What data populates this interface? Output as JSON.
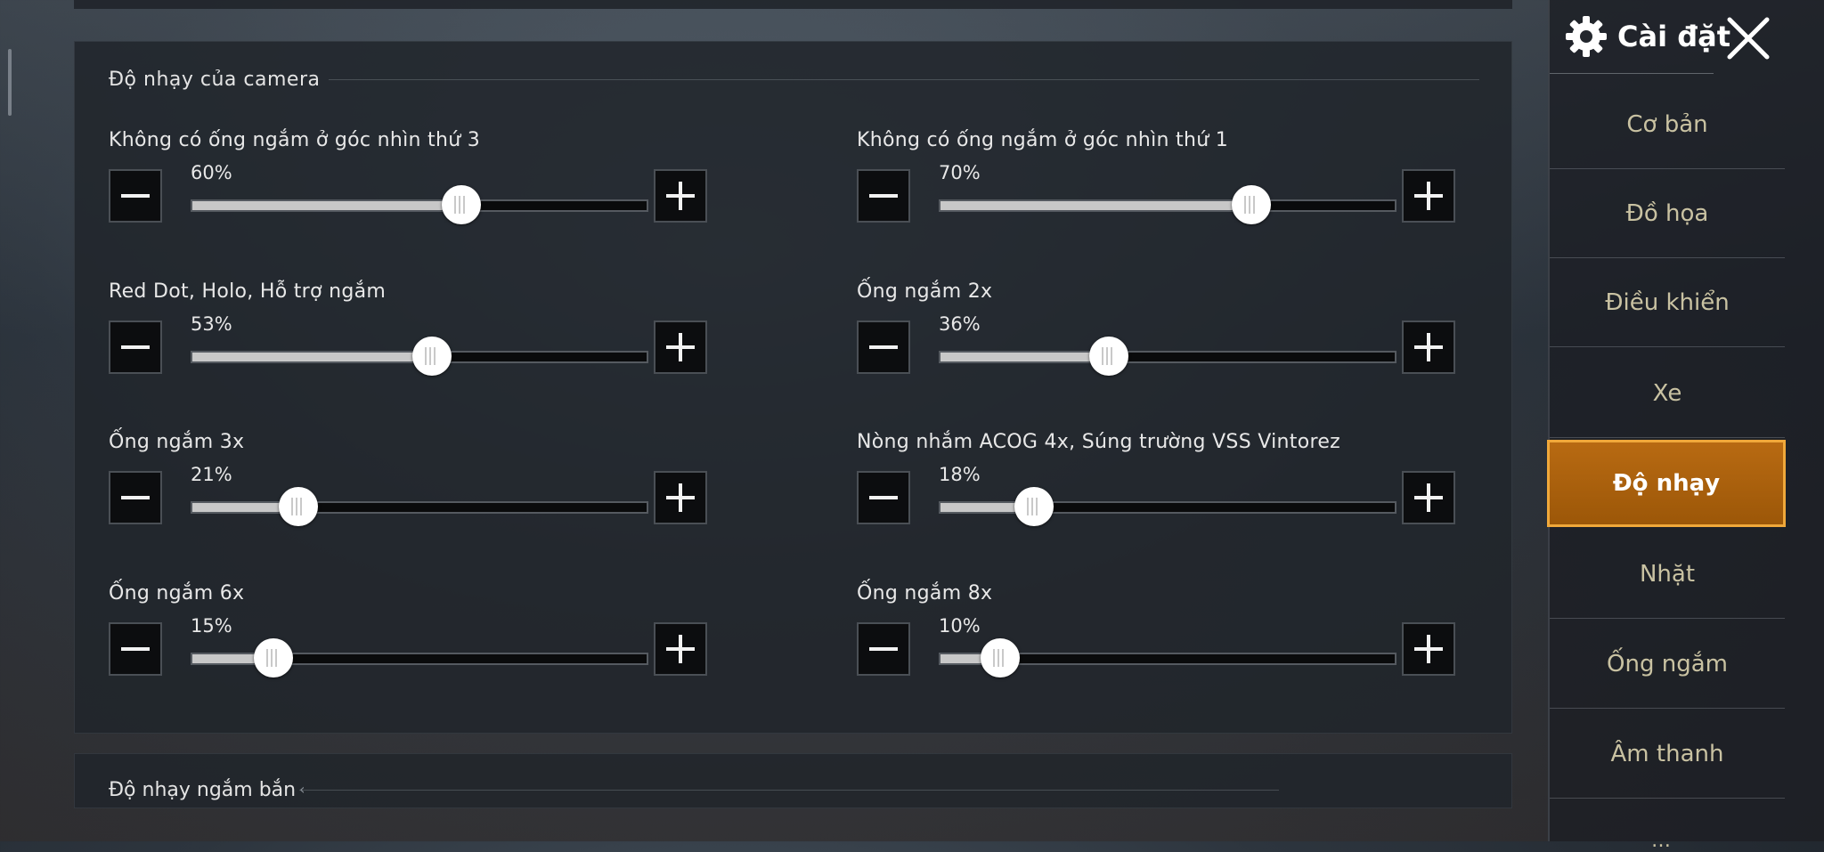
{
  "camera_section": {
    "title": "Độ nhạy của camera",
    "sliders": [
      {
        "label": "Không có ống ngắm ở góc nhìn thứ 3",
        "value": 60,
        "value_text": "60%"
      },
      {
        "label": "Không có ống ngắm ở góc nhìn thứ 1",
        "value": 70,
        "value_text": "70%"
      },
      {
        "label": "Red Dot, Holo, Hỗ trợ ngắm",
        "value": 53,
        "value_text": "53%"
      },
      {
        "label": "Ống ngắm 2x",
        "value": 36,
        "value_text": "36%"
      },
      {
        "label": "Ống ngắm 3x",
        "value": 21,
        "value_text": "21%"
      },
      {
        "label": "Nòng nhắm ACOG 4x, Súng trường VSS Vintorez",
        "value": 18,
        "value_text": "18%"
      },
      {
        "label": "Ống ngắm 6x",
        "value": 15,
        "value_text": "15%"
      },
      {
        "label": "Ống ngắm 8x",
        "value": 10,
        "value_text": "10%"
      }
    ]
  },
  "aim_section": {
    "title": "Độ nhạy ngắm bắn"
  },
  "sidebar": {
    "title": "Cài đặt",
    "items": [
      {
        "label": "Cơ bản"
      },
      {
        "label": "Đồ họa"
      },
      {
        "label": "Điều khiển"
      },
      {
        "label": "Xe"
      },
      {
        "label": "Độ nhạy",
        "active": true
      },
      {
        "label": "Nhặt"
      },
      {
        "label": "Ống ngắm"
      },
      {
        "label": "Âm thanh"
      }
    ]
  },
  "colors": {
    "active_tab": "#b86a12",
    "active_border": "#f0a83a",
    "menu_text": "#c9c2a2",
    "slider_fill": "#c8c8c8"
  },
  "icons": {
    "settings": "gear-icon",
    "close": "close-icon",
    "decrease": "minus-icon",
    "increase": "plus-icon"
  }
}
